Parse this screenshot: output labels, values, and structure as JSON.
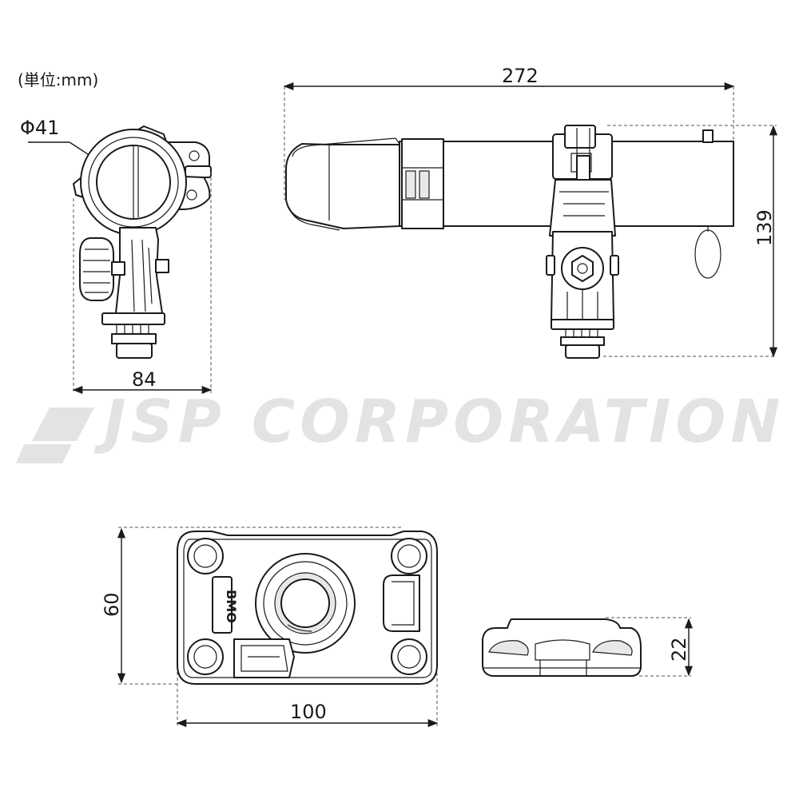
{
  "unit_label": "(単位:mm)",
  "diameter_label": "Φ41",
  "dimensions": {
    "front_width": "84",
    "side_length": "272",
    "side_height": "139",
    "base_height": "60",
    "base_width": "100",
    "base_thickness": "22"
  },
  "watermark": "JSP CORPORATION",
  "base_logo": "BMO",
  "colors": {
    "line": "#1a1a1a",
    "watermark": "#e3e3e3",
    "dashed": "#555555"
  }
}
